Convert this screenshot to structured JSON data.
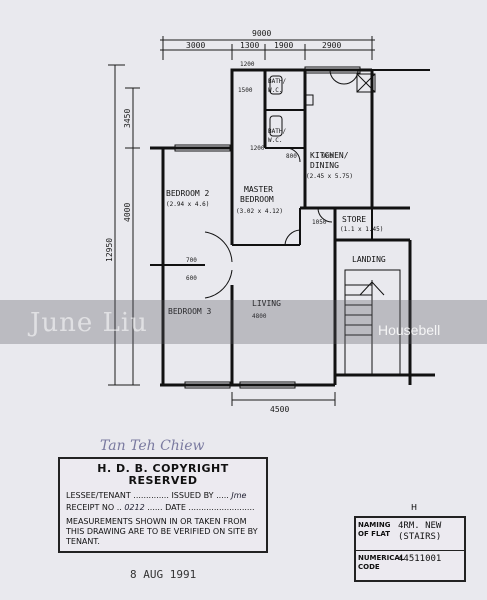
{
  "dimensions": {
    "overall_width": "9000",
    "top_segments": [
      "3000",
      "1300",
      "1900",
      "2900"
    ],
    "left_segments": [
      "3450",
      "4000"
    ],
    "left_total": "12950",
    "bottom_living": "4500",
    "bath_top": "1200",
    "bath_side": "1500",
    "small_a": "700",
    "small_b": "600",
    "small_c": "800",
    "small_d": "1200",
    "kitchen_side": "900",
    "store_side": "1050"
  },
  "rooms": {
    "bath1": {
      "name": "BATH/\nW.C."
    },
    "bath1_line1": "BATH/",
    "bath1_line2": "W.C.",
    "bath2_line1": "BATH/",
    "bath2_line2": "W.C.",
    "kitchen_line1": "KITCHEN/",
    "kitchen_line2": "DINING",
    "kitchen_size": "(2.45 x 5.75)",
    "bedroom2": "BEDROOM 2",
    "bedroom2_size": "(2.94 x 4.6)",
    "master_line1": "MASTER",
    "master_line2": "BEDROOM",
    "master_size": "(3.02 x 4.12)",
    "store": "STORE",
    "store_size": "(1.1 x 1.45)",
    "landing": "LANDING",
    "bedroom3": "BEDROOM 3",
    "living": "LIVING",
    "living_size": "4800"
  },
  "watermark": {
    "left": "June Liu",
    "right": "Housebell"
  },
  "signature": "Tan Teh Chiew",
  "copyright": {
    "title": "H. D. B. COPYRIGHT RESERVED",
    "lessee_label": "LESSEE/TENANT ..............",
    "issued_label": "ISSUED BY",
    "issued_value": "Jme",
    "receipt_label": "RECEIPT NO",
    "receipt_value": "0212",
    "date_label": "DATE",
    "note": "MEASUREMENTS SHOWN IN OR TAKEN FROM THIS DRAWING ARE TO BE VERIFIED ON SITE BY TENANT."
  },
  "stamp_date": "8 AUG 1991",
  "flat_info": {
    "h_mark": "H",
    "naming_label": "NAMING OF FLAT",
    "naming_value": "4RM. NEW (STAIRS)",
    "code_label": "NUMERICAL CODE",
    "code_value": "44511001"
  }
}
